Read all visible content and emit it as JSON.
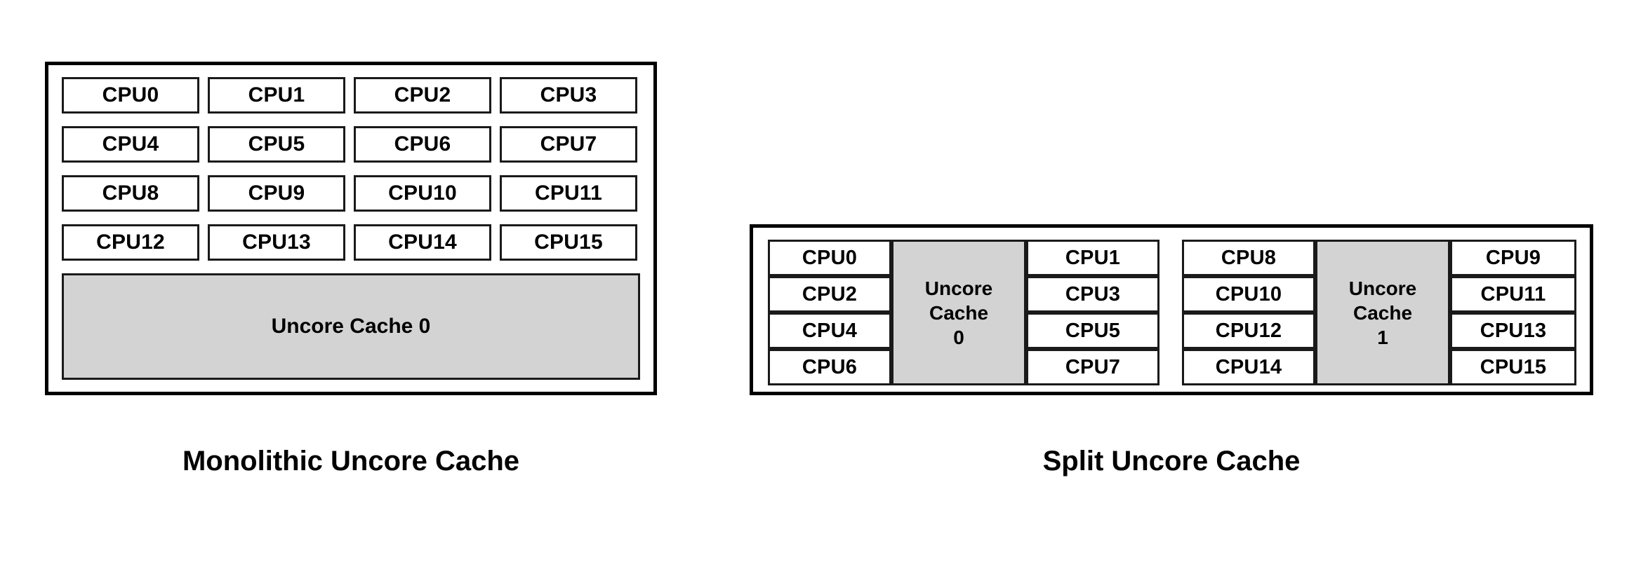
{
  "diagrams": {
    "monolithic": {
      "caption": "Monolithic Uncore Cache",
      "cpus": [
        "CPU0",
        "CPU1",
        "CPU2",
        "CPU3",
        "CPU4",
        "CPU5",
        "CPU6",
        "CPU7",
        "CPU8",
        "CPU9",
        "CPU10",
        "CPU11",
        "CPU12",
        "CPU13",
        "CPU14",
        "CPU15"
      ],
      "cache_label": "Uncore Cache 0"
    },
    "split": {
      "caption": "Split Uncore Cache",
      "clusters": [
        {
          "left_cpus": [
            "CPU0",
            "CPU2",
            "CPU4",
            "CPU6"
          ],
          "cache_line1": "Uncore",
          "cache_line2": "Cache",
          "cache_line3": "0",
          "right_cpus": [
            "CPU1",
            "CPU3",
            "CPU5",
            "CPU7"
          ]
        },
        {
          "left_cpus": [
            "CPU8",
            "CPU10",
            "CPU12",
            "CPU14"
          ],
          "cache_line1": "Uncore",
          "cache_line2": "Cache",
          "cache_line3": "1",
          "right_cpus": [
            "CPU9",
            "CPU11",
            "CPU13",
            "CPU15"
          ]
        }
      ]
    }
  },
  "colors": {
    "cache_fill": "#d3d3d3",
    "border": "#000000",
    "background": "#ffffff",
    "text": "#000000"
  }
}
